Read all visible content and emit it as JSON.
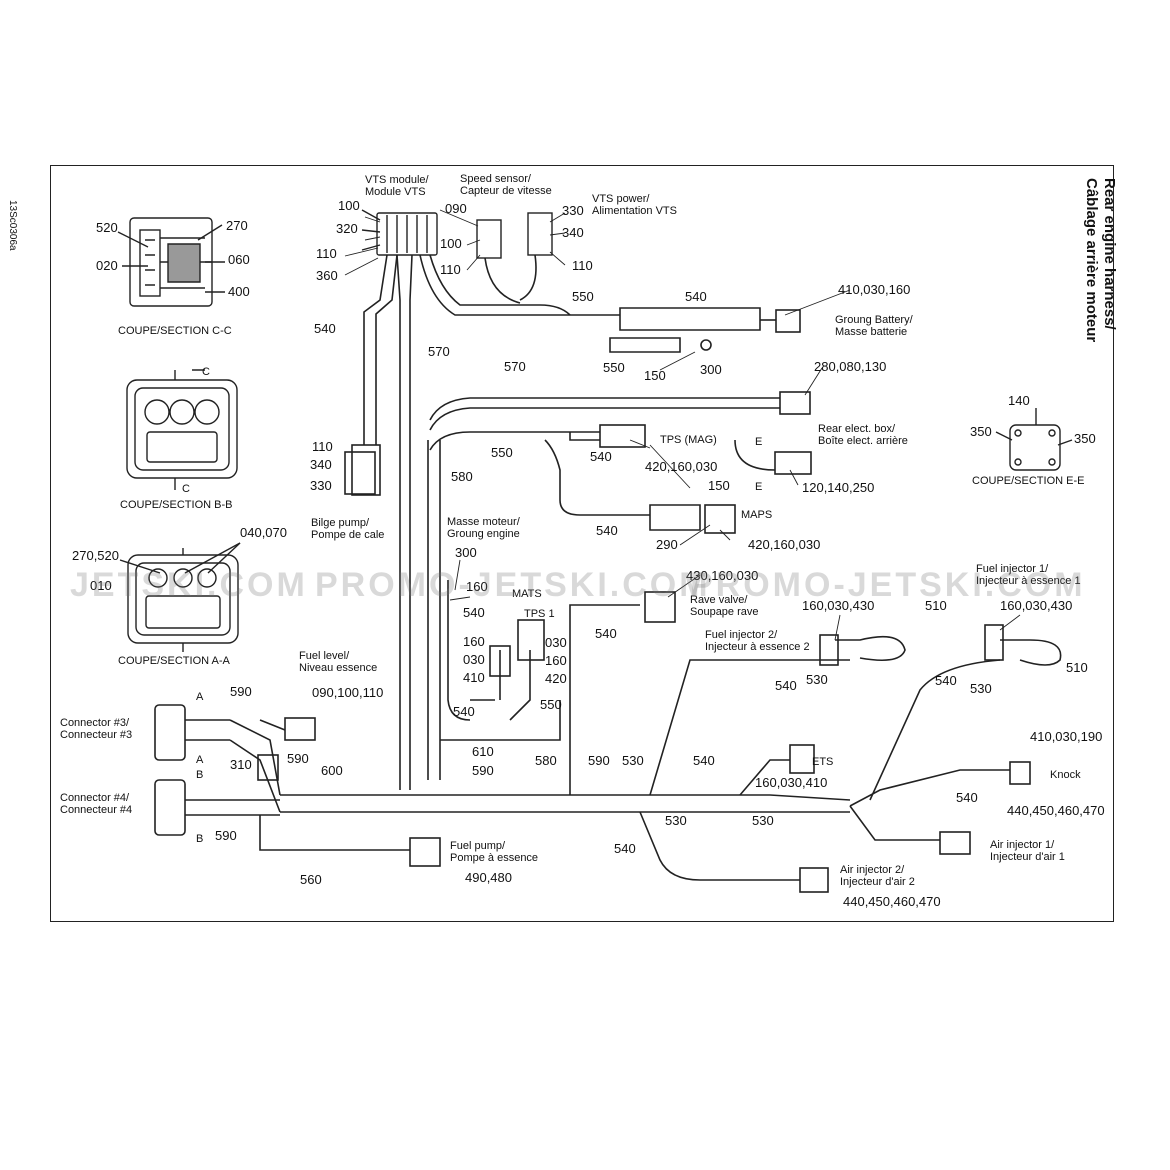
{
  "drawing_code": "13Sc0306a",
  "title_line1": "Rear engine harness/",
  "title_line2": "Câblage arrière moteur",
  "watermarks": [
    "JETSKI.COM",
    "PROMO-JETSKI.COM",
    "PROMO-JETSKI.COM"
  ],
  "sections": {
    "cc": "COUPE/SECTION C-C",
    "bb": "COUPE/SECTION B-B",
    "aa": "COUPE/SECTION A-A",
    "ee": "COUPE/SECTION E-E"
  },
  "labels": {
    "vts_module_1": "VTS module/",
    "vts_module_2": "Module VTS",
    "speed_sensor_1": "Speed sensor/",
    "speed_sensor_2": "Capteur de vitesse",
    "vts_power_1": "VTS power/",
    "vts_power_2": "Alimentation VTS",
    "ground_battery_1": "Groung Battery/",
    "ground_battery_2": "Masse batterie",
    "rear_box_1": "Rear elect. box/",
    "rear_box_2": "Boîte elect. arrière",
    "tps_mag": "TPS (MAG)",
    "maps": "MAPS",
    "bilge_1": "Bilge pump/",
    "bilge_2": "Pompe de cale",
    "engine_ground_1": "Masse moteur/",
    "engine_ground_2": "Groung engine",
    "mats": "MATS",
    "tps1": "TPS 1",
    "rave_1": "Rave valve/",
    "rave_2": "Soupape rave",
    "fuel_inj2_1": "Fuel injector 2/",
    "fuel_inj2_2": "Injecteur à essence 2",
    "fuel_inj1_1": "Fuel injector 1/",
    "fuel_inj1_2": "Injecteur à essence 1",
    "fuel_level_1": "Fuel level/",
    "fuel_level_2": "Niveau essence",
    "conn3_1": "Connector #3/",
    "conn3_2": "Connecteur #3",
    "conn4_1": "Connector #4/",
    "conn4_2": "Connecteur #4",
    "fuel_pump_1": "Fuel pump/",
    "fuel_pump_2": "Pompe à essence",
    "ets": "ETS",
    "knock": "Knock",
    "air_inj1_1": "Air injector 1/",
    "air_inj1_2": "Injecteur d'air 1",
    "air_inj2_1": "Air injector 2/",
    "air_inj2_2": "Injecteur d'air 2",
    "mark_a": "A",
    "mark_b": "B",
    "mark_c": "C",
    "mark_e": "E"
  },
  "refs": {
    "r520": "520",
    "r270": "270",
    "r020": "020",
    "r060": "060",
    "r400": "400",
    "r100a": "100",
    "r320": "320",
    "r110a": "110",
    "r360": "360",
    "r090a": "090",
    "r100b": "100",
    "r110b": "110",
    "r330a": "330",
    "r340a": "340",
    "r110c": "110",
    "r550a": "550",
    "r540a": "540",
    "r410_030_160": "410,030,160",
    "r540b": "540",
    "r570a": "570",
    "r550b": "550",
    "r150a": "150",
    "r300a": "300",
    "r570b": "570",
    "r280_080_130": "280,080,130",
    "r550c": "550",
    "r540c": "540",
    "r420_160_030a": "420,160,030",
    "r150b": "150",
    "r120_140_250": "120,140,250",
    "r110d": "110",
    "r340b": "340",
    "r330b": "330",
    "r580a": "580",
    "r540d": "540",
    "r290": "290",
    "r420_160_030b": "420,160,030",
    "r140": "140",
    "r350a": "350",
    "r350b": "350",
    "r040_070": "040,070",
    "r270_520": "270,520",
    "r010": "010",
    "r300b": "300",
    "r160a": "160",
    "r540e": "540",
    "r430_160_030": "430,160,030",
    "r540f": "540",
    "r160_030_430a": "160,030,430",
    "r510a": "510",
    "r160_030_430b": "160,030,430",
    "r510b": "510",
    "r030a": "030",
    "r160b": "160",
    "r420": "420",
    "r160c": "160",
    "r030b": "030",
    "r410": "410",
    "r540g": "540",
    "r550d": "550",
    "r540h": "540",
    "r530a": "530",
    "r540i": "540",
    "r530b": "530",
    "r090_100_110": "090,100,110",
    "r590a": "590",
    "r590b": "590",
    "r310": "310",
    "r600": "600",
    "r610": "610",
    "r590c": "590",
    "r580b": "580",
    "r590d": "590",
    "r530c": "530",
    "r540j": "540",
    "r160_030_410": "160,030,410",
    "r410_030_190": "410,030,190",
    "r540k": "540",
    "r440_450_460_470a": "440,450,460,470",
    "r590e": "590",
    "r530d": "530",
    "r530e": "530",
    "r540l": "540",
    "r560": "560",
    "r490_480": "490,480",
    "r440_450_460_470b": "440,450,460,470"
  }
}
